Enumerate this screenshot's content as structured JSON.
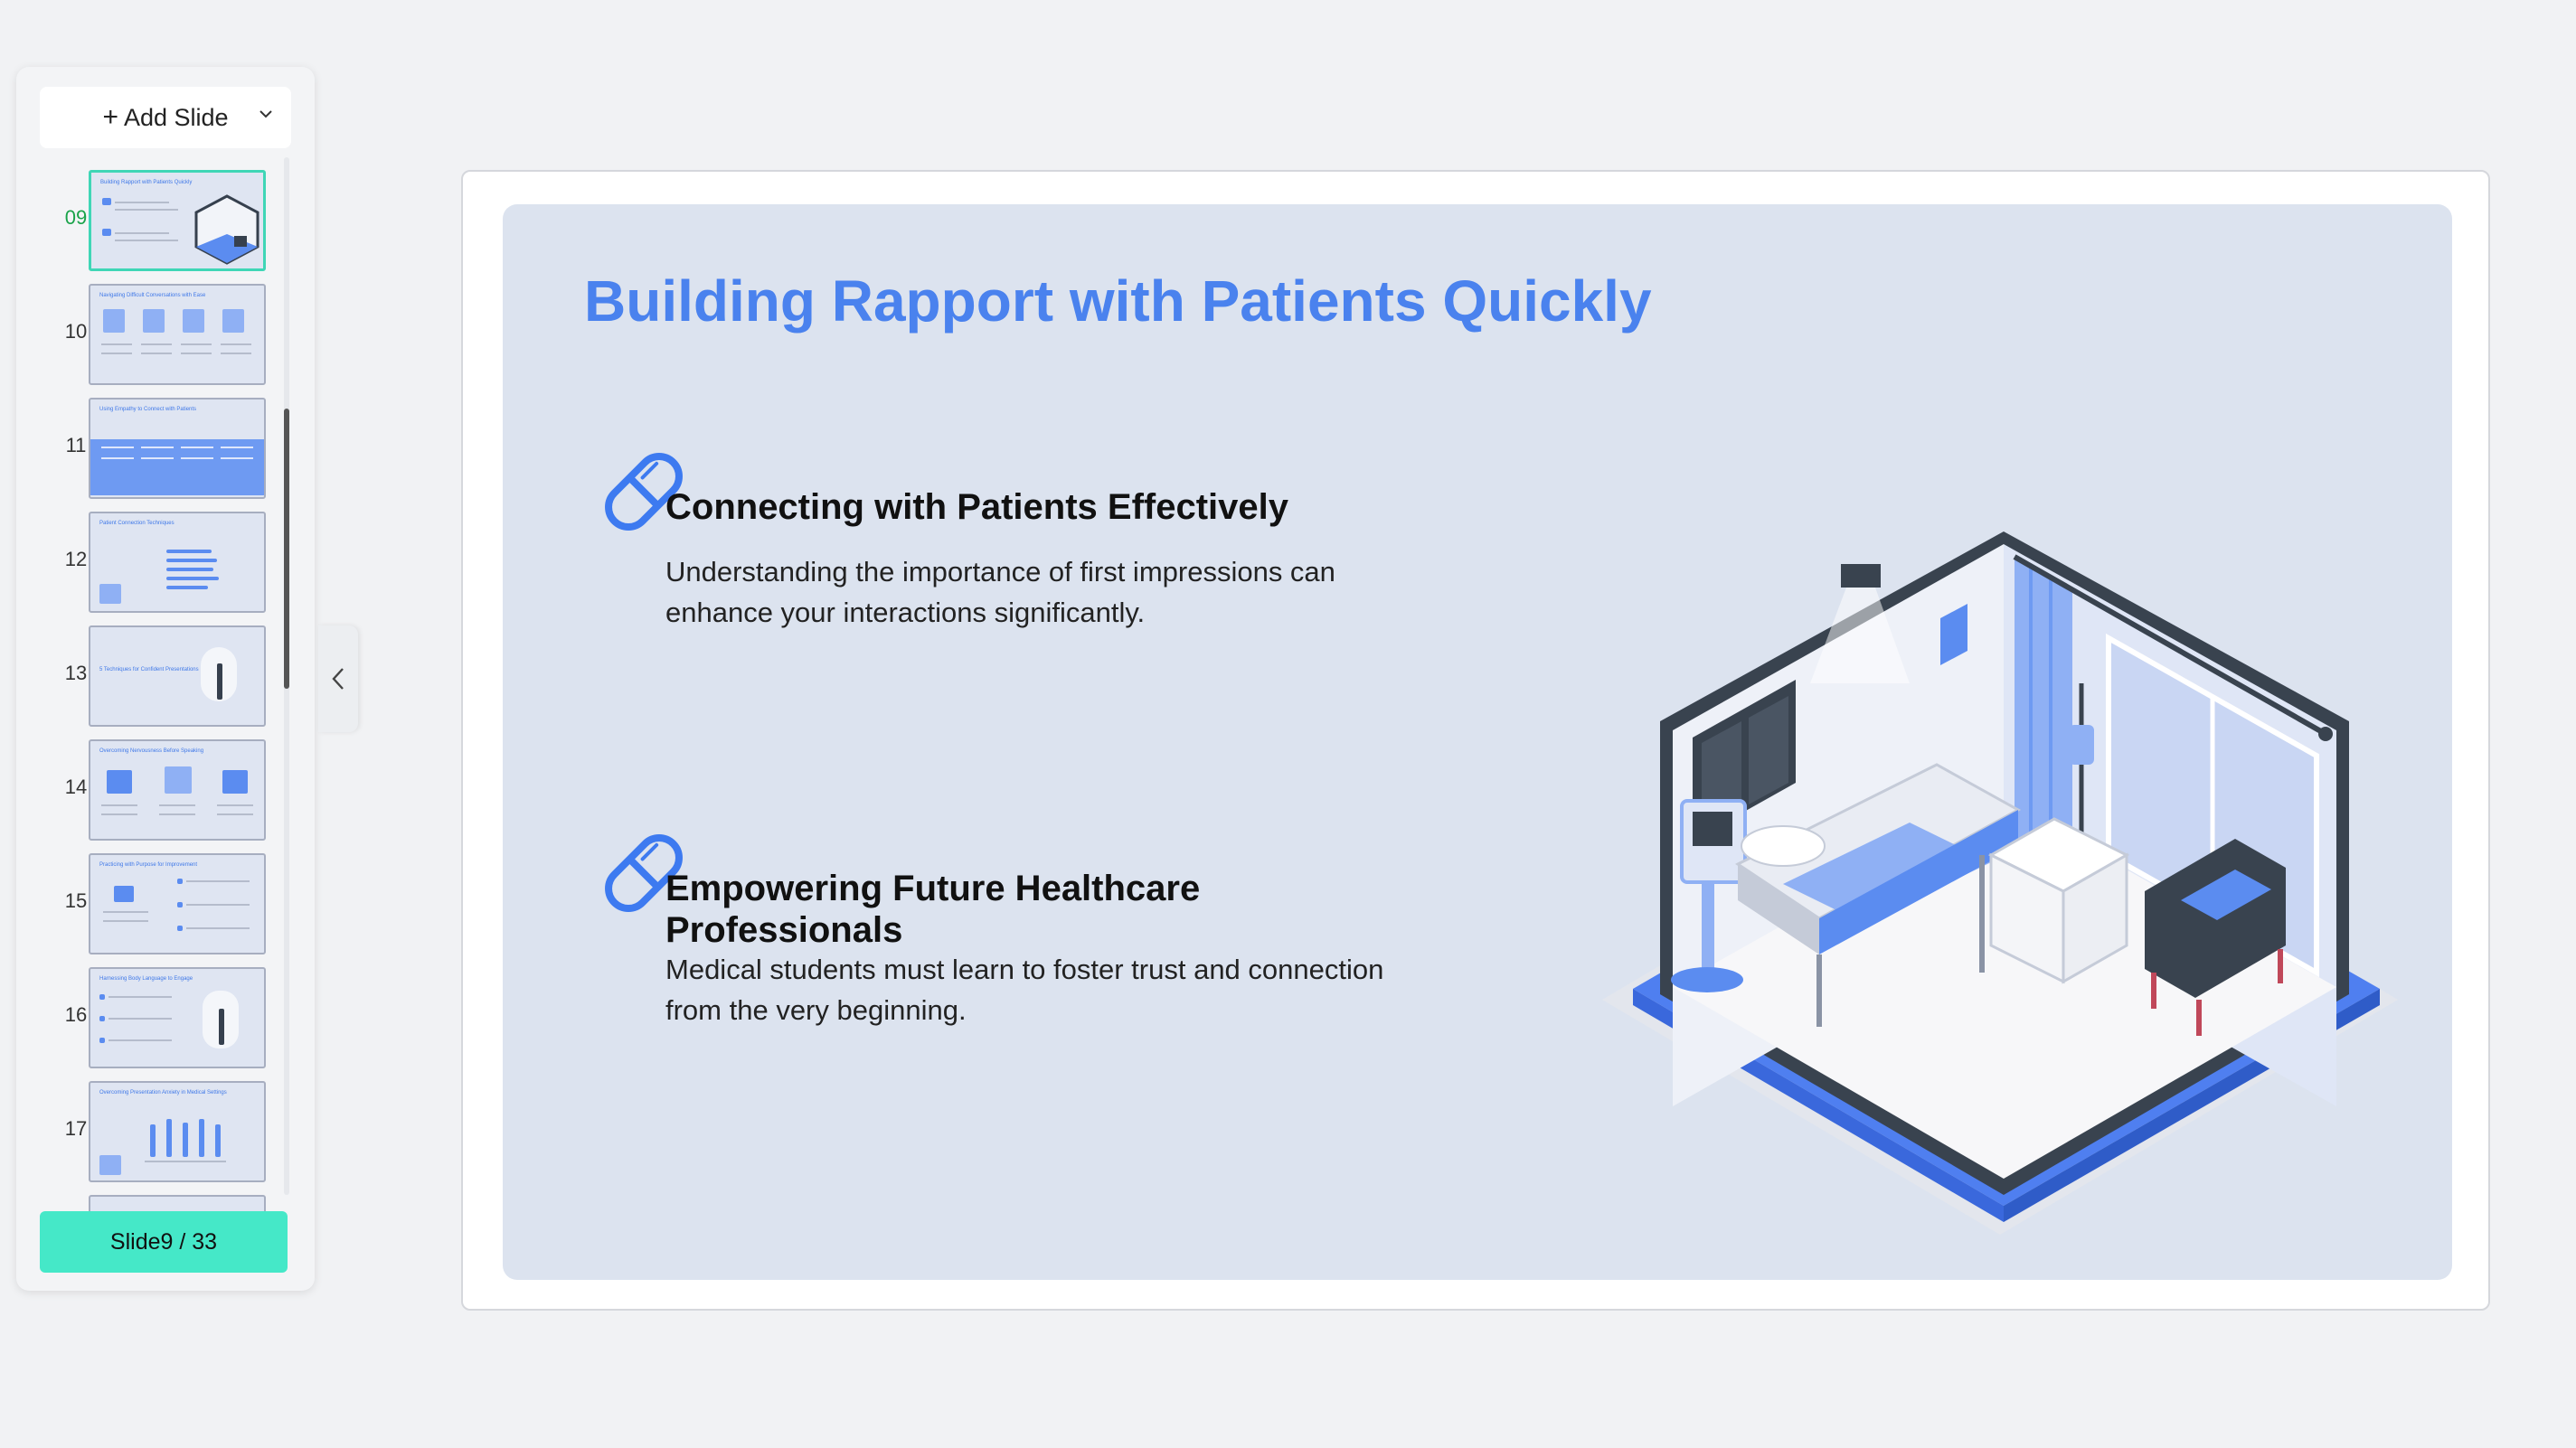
{
  "sidebar": {
    "add_slide_label": "Add Slide",
    "counter": "Slide9 / 33",
    "thumbnails": [
      {
        "num": "09",
        "title": "Building Rapport with Patients Quickly",
        "active": true
      },
      {
        "num": "10",
        "title": "Navigating Difficult Conversations with Ease"
      },
      {
        "num": "11",
        "title": "Using Empathy to Connect with Patients"
      },
      {
        "num": "12",
        "title": "Patient Connection Techniques"
      },
      {
        "num": "13",
        "title": "5 Techniques for Confident Presentations"
      },
      {
        "num": "14",
        "title": "Overcoming Nervousness Before Speaking"
      },
      {
        "num": "15",
        "title": "Practicing with Purpose for Improvement"
      },
      {
        "num": "16",
        "title": "Harnessing Body Language to Engage"
      },
      {
        "num": "17",
        "title": "Overcoming Presentation Anxiety in Medical Settings"
      }
    ]
  },
  "slide": {
    "title": "Building Rapport with Patients Quickly",
    "points": [
      {
        "heading": "Connecting with Patients Effectively",
        "body": "Understanding the importance of first impressions can enhance your interactions significantly."
      },
      {
        "heading": "Empowering Future Healthcare Professionals",
        "body": "Medical students must learn to foster trust and connection from the very beginning."
      }
    ]
  },
  "colors": {
    "accent_blue": "#4a82ee",
    "counter_bg": "#45e8c8",
    "active_num": "#1aa34a",
    "slide_bg": "#dce3ef"
  },
  "icons": [
    "plus-icon",
    "chevron-down-icon",
    "chevron-left-icon",
    "capsule-icon",
    "hospital-room-illustration"
  ]
}
